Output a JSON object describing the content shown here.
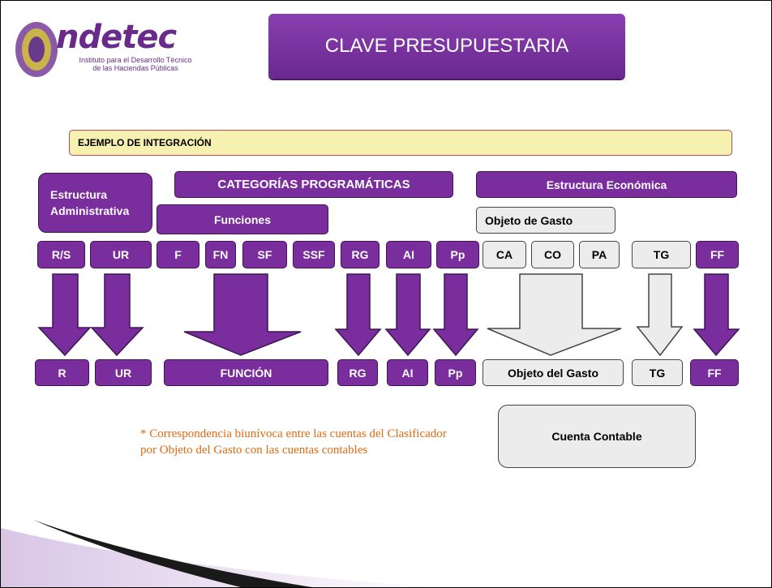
{
  "header": {
    "title": "CLAVE PRESUPUESTARIA",
    "logo_word": "ndetec",
    "logo_sub1": "Instituto para el Desarrollo Técnico",
    "logo_sub2": "de las Haciendas Públicas"
  },
  "example_label": "EJEMPLO DE INTEGRACIÓN",
  "groups": {
    "admin": "Estructura Administrativa",
    "admin_line1": "Estructura",
    "admin_line2": "Administrativa",
    "categorias": "CATEGORÍAS  PROGRAMÁTICAS",
    "funciones": "Funciones",
    "economica": "Estructura Económica",
    "objeto": "Objeto de Gasto"
  },
  "top_codes": [
    "R/S",
    "UR",
    "F",
    "FN",
    "SF",
    "SSF",
    "RG",
    "AI",
    "Pp",
    "CA",
    "CO",
    "PA",
    "TG",
    "FF"
  ],
  "bottom_codes": {
    "r": "R",
    "ur": "UR",
    "funcion": "FUNCIÓN",
    "rg": "RG",
    "ai": "AI",
    "pp": "Pp",
    "objeto": "Objeto del Gasto",
    "tg": "TG",
    "ff": "FF"
  },
  "cuenta": "Cuenta Contable",
  "note": "* Correspondencia biunívoca entre las cuentas del Clasificador por Objeto del Gasto con las cuentas contables",
  "colors": {
    "purple": "#7a2d9c",
    "grey": "#ececec",
    "yellow": "#f6f1b0",
    "orange_text": "#e06a10"
  }
}
